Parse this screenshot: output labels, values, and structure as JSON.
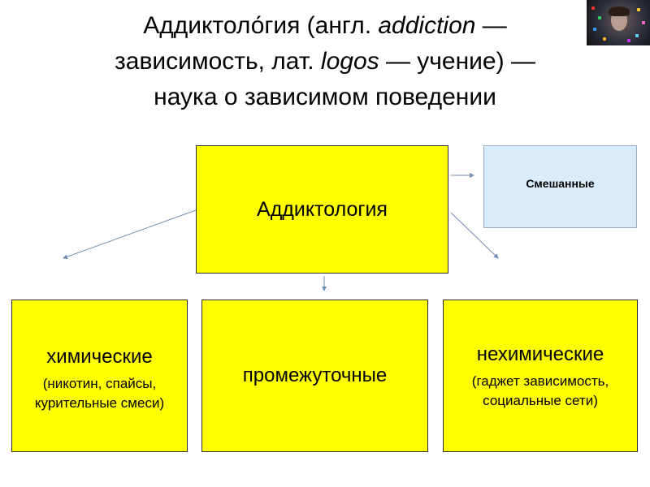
{
  "title": {
    "line1_pre": "Аддиктоло́гия (англ. ",
    "line1_em": "addiction",
    "line1_post": " —",
    "line2_pre": "зависимость, лат. ",
    "line2_em": "logos",
    "line2_post": " — учение) —",
    "line3": "наука о зависимом поведении"
  },
  "diagram": {
    "center_label": "Аддиктология",
    "mixed_label": "Смешанные",
    "chemical_title": "химические",
    "chemical_desc": "(никотин, спайсы, курительные смеси)",
    "intermediate_title": "промежуточные",
    "nonchemical_title": "нехимические",
    "nonchemical_desc": "(гаджет зависимость, социальные сети)"
  },
  "colors": {
    "box_fill": "#ffff00",
    "mixed_fill": "#d8ecfb",
    "arrow": "#6f8fb0"
  }
}
